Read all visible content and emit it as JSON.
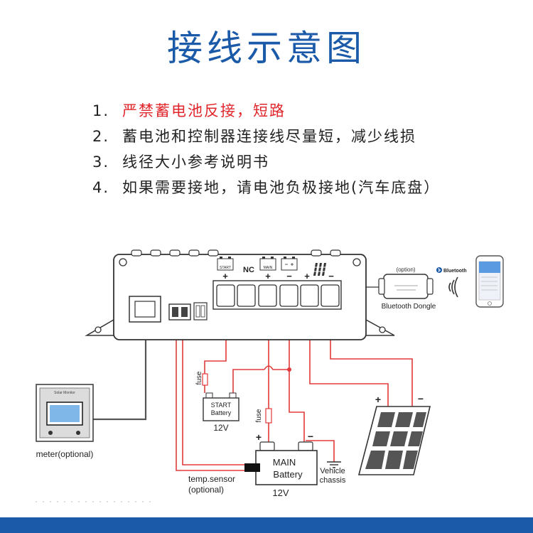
{
  "title": "接线示意图",
  "notes": [
    {
      "num": "1.",
      "text": "严禁蓄电池反接，短路"
    },
    {
      "num": "2.",
      "text": "蓄电池和控制器连接线尽量短，减少线损"
    },
    {
      "num": "3.",
      "text": "线径大小参考说明书"
    },
    {
      "num": "4.",
      "text": "如果需要接地，请电池负极接地(汽车底盘）"
    }
  ],
  "controller": {
    "start_label": "START",
    "nc_label": "NC",
    "main_label": "MAIN",
    "plus": "+",
    "minus": "−"
  },
  "dongle": {
    "option_label": "(option)",
    "name": "Bluetooth Dongle",
    "bluetooth_brand": "Bluetooth"
  },
  "meter": {
    "screen_title": "Solar Monitor",
    "label": "meter(optional)"
  },
  "fuse_label": "fuse",
  "start_battery": {
    "line1": "START",
    "line2": "Battery",
    "voltage": "12V"
  },
  "main_battery": {
    "line1": "MAIN",
    "line2": "Battery",
    "voltage": "12V"
  },
  "temp_sensor": {
    "line1": "temp.sensor",
    "line2": "(optional)"
  },
  "chassis": {
    "line1": "Vehicle",
    "line2": "chassis"
  },
  "colors": {
    "title": "#1a5aa8",
    "warning": "#e0262a",
    "wire_red": "#e23a3a",
    "wire_dark": "#555555",
    "bar": "#1a5aa8"
  }
}
